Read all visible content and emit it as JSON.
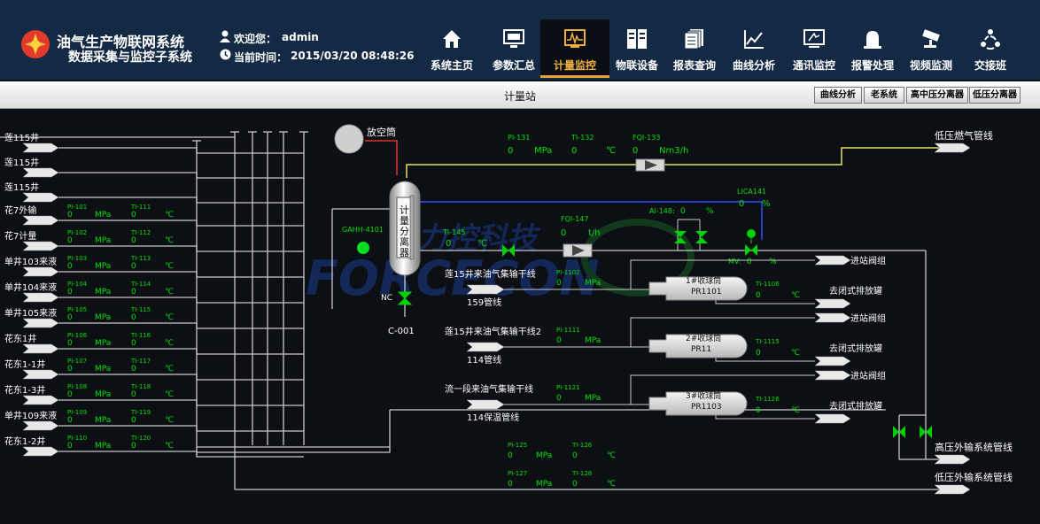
{
  "header": {
    "title_line1": "油气生产物联网系统",
    "title_line2": "数据采集与监控子系统",
    "welcome_label": "欢迎您：",
    "username": "admin",
    "time_label": "当前时间：",
    "datetime": "2015/03/20 08:48:26"
  },
  "nav": {
    "home": "系统主页",
    "params": "参数汇总",
    "metering": "计量监控",
    "devices": "物联设备",
    "reports": "报表查询",
    "curves": "曲线分析",
    "comms": "通讯监控",
    "alarms": "报警处理",
    "video": "视频监测",
    "shift": "交接班"
  },
  "subbar": {
    "page_title": "计量站",
    "curve_btn": "曲线分析",
    "old_btn": "老系统",
    "hp_btn": "高中压分离器",
    "lp_btn": "低压分离器"
  },
  "wells": [
    {
      "name": "莲115井",
      "pi_tag": "",
      "pi_val": "",
      "ti_tag": "",
      "ti_val": ""
    },
    {
      "name": "莲115井",
      "pi_tag": "",
      "pi_val": "",
      "ti_tag": "",
      "ti_val": ""
    },
    {
      "name": "莲115井",
      "pi_tag": "",
      "pi_val": "",
      "ti_tag": "",
      "ti_val": ""
    },
    {
      "name": "花7外输",
      "pi_tag": "PI-101",
      "pi_val": "0",
      "ti_tag": "TI-111",
      "ti_val": "0"
    },
    {
      "name": "花7计量",
      "pi_tag": "PI-102",
      "pi_val": "0",
      "ti_tag": "TI-112",
      "ti_val": "0"
    },
    {
      "name": "单井103来液",
      "pi_tag": "PI-103",
      "pi_val": "0",
      "ti_tag": "TI-113",
      "ti_val": "0"
    },
    {
      "name": "单井104来液",
      "pi_tag": "PI-104",
      "pi_val": "0",
      "ti_tag": "TI-114",
      "ti_val": "0"
    },
    {
      "name": "单井105来液",
      "pi_tag": "PI-105",
      "pi_val": "0",
      "ti_tag": "TI-115",
      "ti_val": "0"
    },
    {
      "name": "花东1井",
      "pi_tag": "PI-106",
      "pi_val": "0",
      "ti_tag": "TI-116",
      "ti_val": "0"
    },
    {
      "name": "花东1-1井",
      "pi_tag": "PI-107",
      "pi_val": "0",
      "ti_tag": "TI-117",
      "ti_val": "0"
    },
    {
      "name": "花东1-3井",
      "pi_tag": "PI-108",
      "pi_val": "0",
      "ti_tag": "TI-118",
      "ti_val": "0"
    },
    {
      "name": "单井109来液",
      "pi_tag": "PI-109",
      "pi_val": "0",
      "ti_tag": "TI-119",
      "ti_val": "0"
    },
    {
      "name": "花东1-2井",
      "pi_tag": "PI-110",
      "pi_val": "0",
      "ti_tag": "TI-120",
      "ti_val": "0"
    }
  ],
  "units": {
    "pressure": "MPa",
    "temperature": "℃",
    "gas_flow": "Nm3/h",
    "liquid_flow": "t/h",
    "percent": "%"
  },
  "vent": {
    "label": "放空筒"
  },
  "separator": {
    "label": "计量分离器",
    "tag": "GAHH-4101",
    "valve_state": "NC",
    "valve_tag": "C-001"
  },
  "gas_meter": {
    "pi_tag": "PI-131",
    "pi_val": "0",
    "ti_tag": "TI-132",
    "ti_val": "0",
    "fq_tag": "FQI-133",
    "fq_val": "0"
  },
  "liquid_meter": {
    "ti_tag": "TI-145",
    "ti_val": "0",
    "fq_tag": "FQI-147",
    "fq_val": "0"
  },
  "level": {
    "tag": "LICA141",
    "val": "0",
    "ai_label": "AI-148:",
    "ai_val": "0",
    "mv_label": "MV:",
    "mv_val": "0"
  },
  "outlets": {
    "lp_gas": "低压燃气管线",
    "hp_export": "高压外输系统管线",
    "lp_export": "低压外输系统管线",
    "valve_group": "进站阀组",
    "closed_drain": "去闭式排放罐"
  },
  "receivers": [
    {
      "line": "莲15井来油气集输干线",
      "pipe": "159管线",
      "pi_tag": "PI-1102",
      "pi_val": "0",
      "name": "1#收球筒",
      "code": "PR1101",
      "ti_tag": "TI-1106",
      "ti_val": "0"
    },
    {
      "line": "莲15井来油气集输干线2",
      "pipe": "114管线",
      "pi_tag": "PI-1111",
      "pi_val": "0",
      "name": "2#收球筒",
      "code": "PR11",
      "ti_tag": "TI-1115",
      "ti_val": "0"
    },
    {
      "line": "流一段来油气集输干线",
      "pipe": "114保温管线",
      "pi_tag": "PI-1121",
      "pi_val": "0",
      "name": "3#收球筒",
      "code": "PR1103",
      "ti_tag": "TI-1126",
      "ti_val": "0"
    }
  ],
  "export_meters": [
    {
      "pi_tag": "PI-125",
      "pi_val": "0",
      "ti_tag": "TI-126",
      "ti_val": "0"
    },
    {
      "pi_tag": "PI-127",
      "pi_val": "0",
      "ti_tag": "TI-128",
      "ti_val": "0"
    }
  ],
  "watermark": {
    "line1": "力控科技",
    "line2": "FORCECON"
  },
  "colors": {
    "header_bg": "#142a44",
    "canvas_bg": "#0c0f14",
    "green_value": "#00e000",
    "pipe_gray": "#c8c8c8",
    "pipe_yellow": "#e8e060",
    "pipe_blue": "#3050ff",
    "pipe_red": "#e03030",
    "accent": "#e9a23b"
  }
}
